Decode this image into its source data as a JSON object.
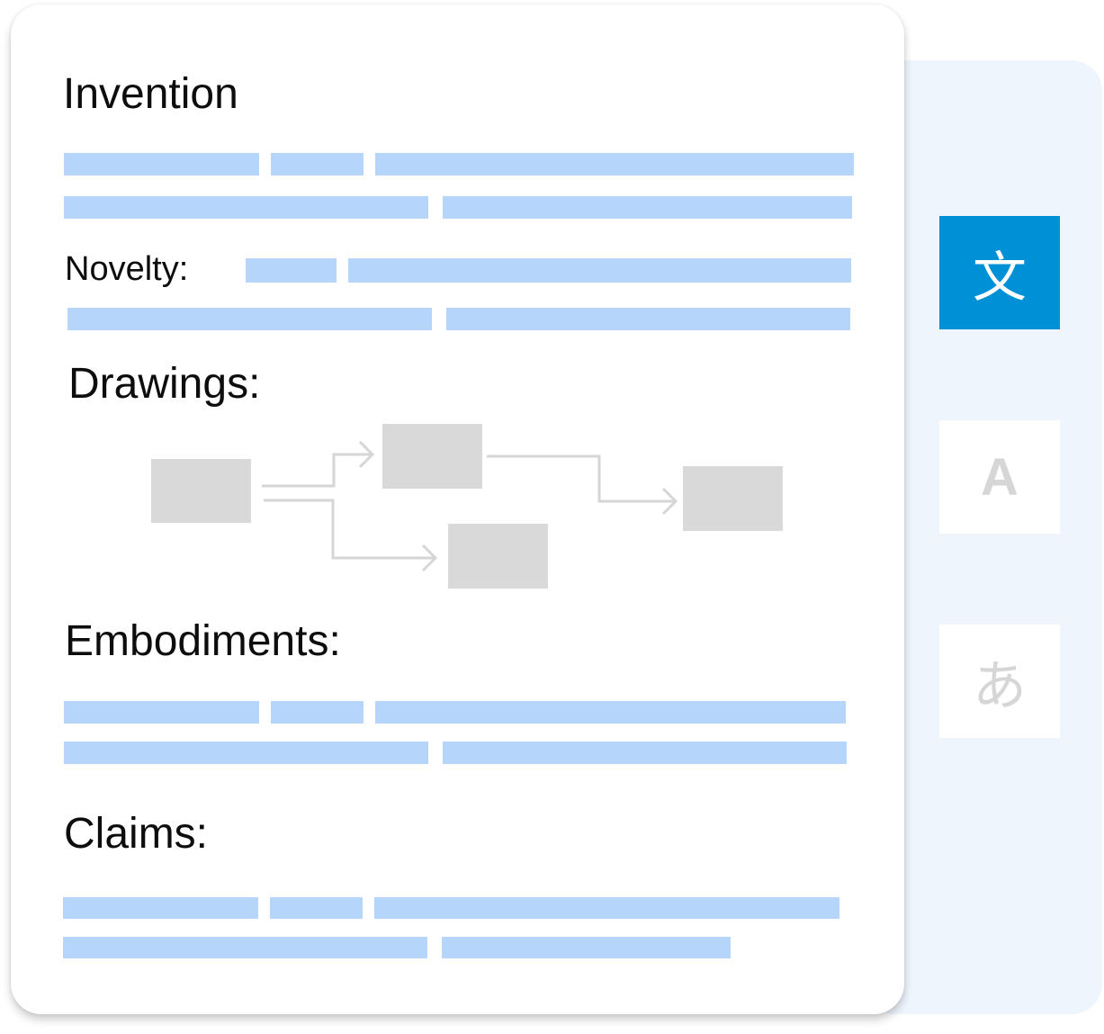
{
  "document": {
    "sections": {
      "invention": "Invention",
      "novelty": "Novelty:",
      "drawings": "Drawings:",
      "embodiments": "Embodiments:",
      "claims": "Claims:"
    }
  },
  "language_panel": {
    "buttons": [
      {
        "glyph": "文",
        "state": "selected"
      },
      {
        "glyph": "A",
        "state": "unselected"
      },
      {
        "glyph": "あ",
        "state": "unselected"
      }
    ]
  },
  "colors": {
    "text_placeholder": "#b5d6fa",
    "selected_language": "#0090d6",
    "panel_background": "#eef5fd",
    "diagram_box": "#d9d9d9",
    "diagram_line": "#d6d6d6"
  }
}
